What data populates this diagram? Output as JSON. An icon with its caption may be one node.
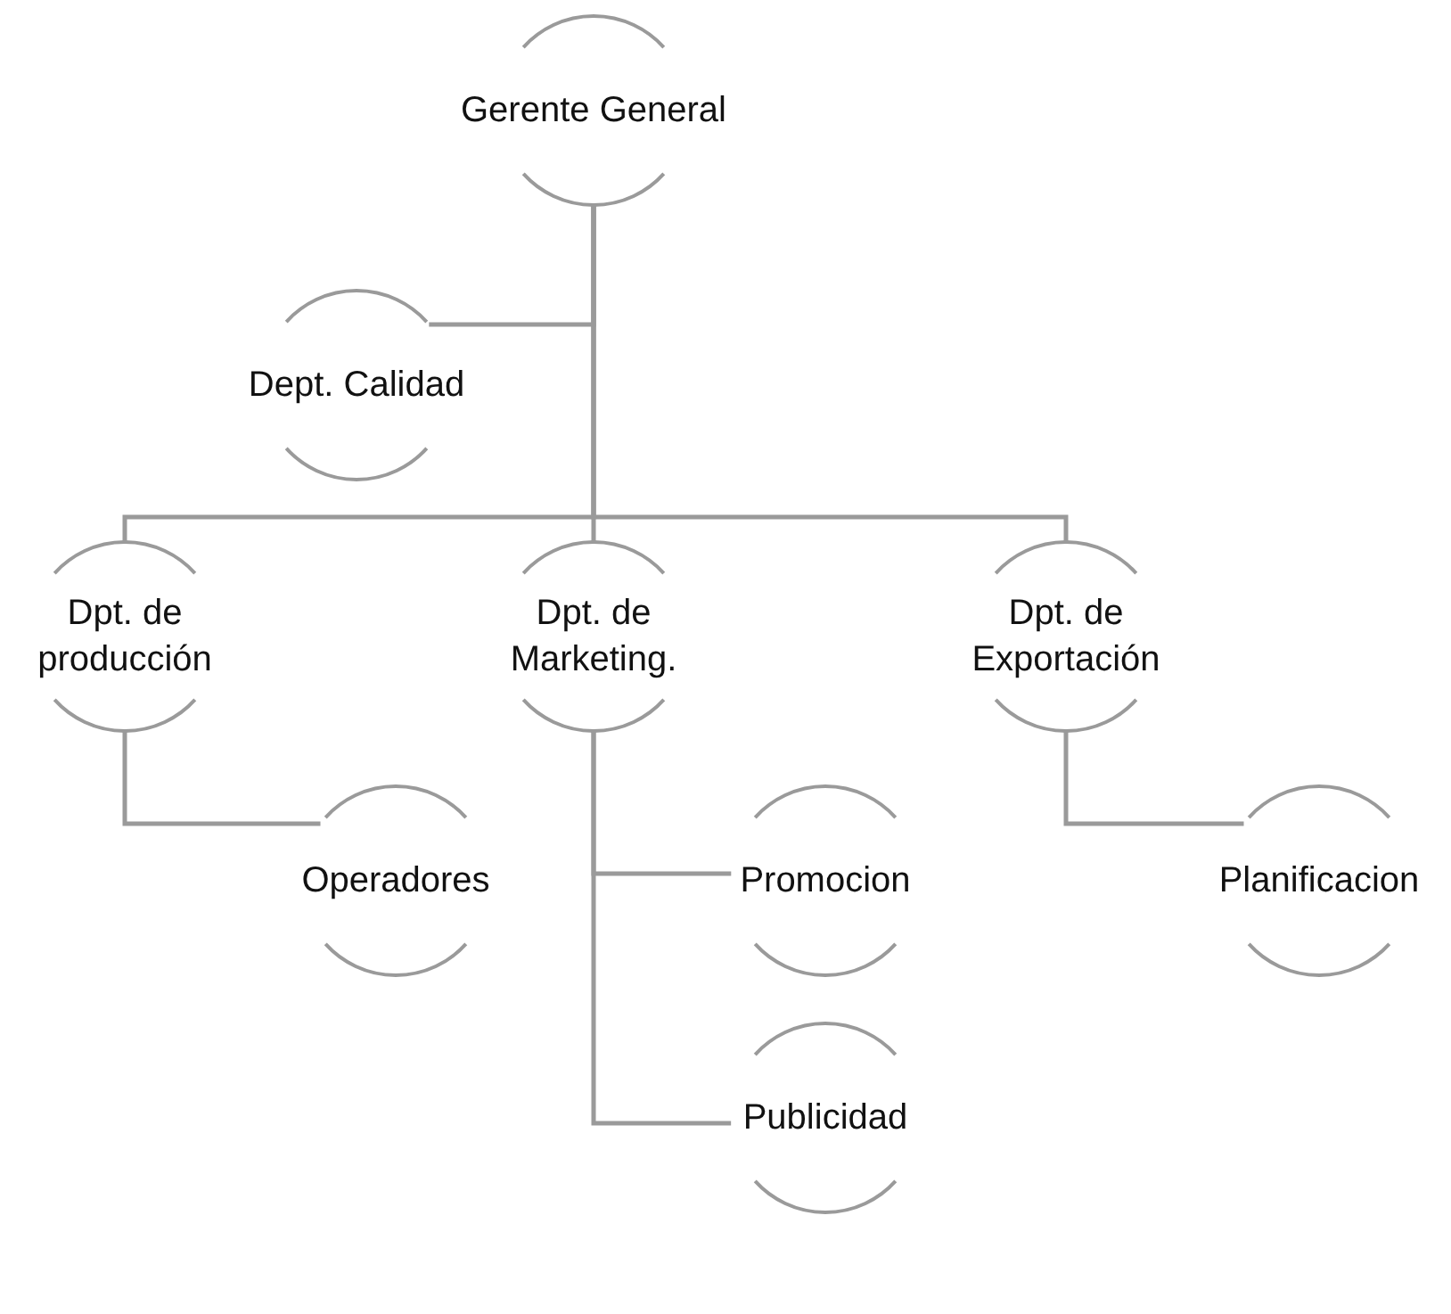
{
  "diagram": {
    "nodes": [
      {
        "text": [
          "Gerente General"
        ]
      },
      {
        "text": [
          "Dept. Calidad"
        ]
      },
      {
        "text": [
          "Dpt. de producción"
        ]
      },
      {
        "text": [
          "Dpt. de Marketing."
        ]
      },
      {
        "text": [
          "Dpt. de Exportación"
        ]
      },
      {
        "text": [
          "Operadores"
        ]
      },
      {
        "text": [
          "Promocion"
        ]
      },
      {
        "text": [
          "Planificacion"
        ]
      },
      {
        "text": [
          "Publicidad"
        ]
      }
    ],
    "edges": [
      {
        "from": 0,
        "to": 1,
        "arrow": "none"
      },
      {
        "from": 0,
        "to": 2,
        "arrow": "none"
      },
      {
        "from": 0,
        "to": 3,
        "arrow": "none"
      },
      {
        "from": 0,
        "to": 4,
        "arrow": "none"
      },
      {
        "from": 2,
        "to": 5,
        "arrow": "none"
      },
      {
        "from": 3,
        "to": 6,
        "arrow": "none"
      },
      {
        "from": 3,
        "to": 8,
        "arrow": "none"
      },
      {
        "from": 4,
        "to": 7,
        "arrow": "none"
      }
    ]
  }
}
